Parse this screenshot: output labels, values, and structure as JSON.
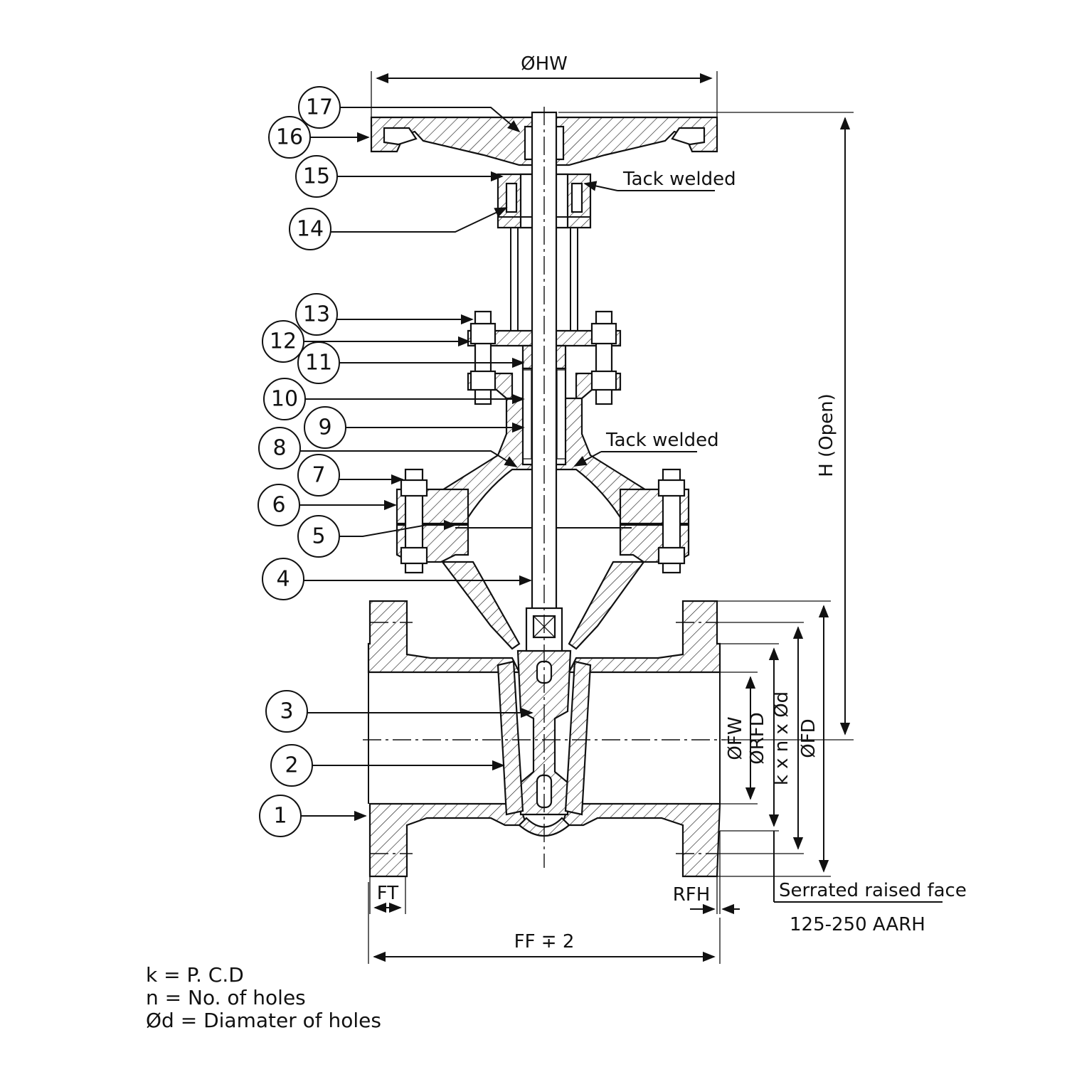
{
  "title": "",
  "dimensions": {
    "hw": "ØHW",
    "h_open": "H (Open)",
    "fw": "ØFW",
    "rfd": "ØRFD",
    "pcd": "k x n x Ød",
    "fd": "ØFD",
    "ft": "FT",
    "rfh": "RFH",
    "ff": "FF ∓ 2"
  },
  "notes": {
    "tack_top": "Tack welded",
    "tack_mid": "Tack welded",
    "serrated": "Serrated raised face",
    "finish": "125-250 AARH"
  },
  "legend": [
    "k = P. C.D",
    "n = No. of holes",
    "Ød = Diamater of holes"
  ],
  "balloons": [
    "1",
    "2",
    "3",
    "4",
    "5",
    "6",
    "7",
    "8",
    "9",
    "10",
    "11",
    "12",
    "13",
    "14",
    "15",
    "16",
    "17"
  ]
}
